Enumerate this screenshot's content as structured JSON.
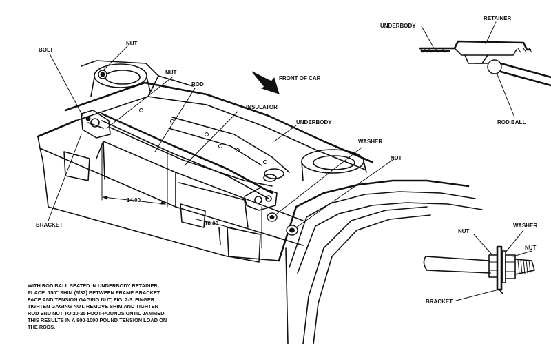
{
  "main_view": {
    "labels": {
      "nut_top": "NUT",
      "bolt": "BOLT",
      "nut_mid": "NUT",
      "rod": "ROD",
      "insulator": "INSULATOR",
      "underbody": "UNDERBODY",
      "front_of_car": "FRONT OF CAR",
      "washer": "WASHER",
      "nut_right": "NUT",
      "bracket": "BRACKET"
    },
    "dimensions": {
      "long": "14.00",
      "short": "10.00"
    }
  },
  "retainer_detail": {
    "labels": {
      "underbody": "UNDERBODY",
      "retainer": "RETAINER",
      "rod_ball": "ROD BALL"
    }
  },
  "bolt_detail": {
    "labels": {
      "nut_left": "NUT",
      "washer": "WASHER",
      "nut_right": "NUT",
      "bracket": "BRACKET"
    }
  },
  "instructions": {
    "lines": [
      "WITH ROD BALL SEATED IN UNDERBODY RETAINER,",
      "PLACE .150\" SHIM (5/32) BETWEEN FRAME BRACKET",
      "FACE AND TENSION GAGING NUT, FIG. 2-3. FINGER",
      "TIGHTEN GAGING NUT. REMOVE SHIM AND TIGHTEN",
      "ROD END NUT TO 20-25 FOOT-POUNDS UNTIL JAMMED.",
      "THIS RESULTS IN A 800-1000 POUND TENSION LOAD ON",
      "THE RODS."
    ]
  }
}
